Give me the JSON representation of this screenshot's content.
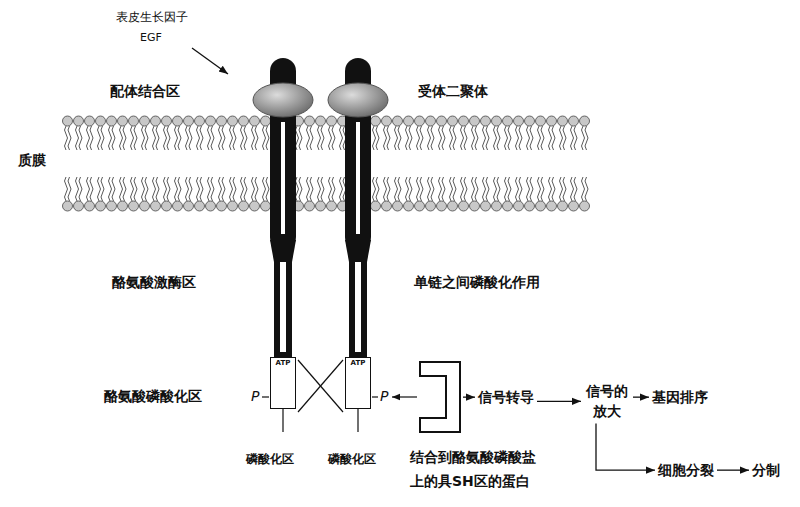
{
  "diagram": {
    "nodes": [
      {
        "text": [
          "ATP"
        ]
      },
      {
        "text": [
          "ATP"
        ]
      },
      {
        "text": [
          "结合到酪氨酸磷酸盐上的具SH区的蛋白"
        ]
      },
      {
        "text": [
          "信号转导"
        ]
      },
      {
        "text": [
          "信号的 放大"
        ]
      },
      {
        "text": [
          "基因排序"
        ]
      },
      {
        "text": [
          "细胞分裂"
        ]
      },
      {
        "text": [
          "分制"
        ]
      }
    ],
    "edges": [
      {
        "from": 2,
        "to": 3,
        "arrow": "to"
      },
      {
        "from": 3,
        "to": 4,
        "arrow": "to"
      },
      {
        "from": 4,
        "to": 5,
        "arrow": "to"
      },
      {
        "from": 4,
        "to": 6,
        "arrow": "to"
      },
      {
        "from": 6,
        "to": 7,
        "arrow": "to"
      }
    ],
    "labels": [
      "表皮生长因子",
      "EGF",
      "配体结合区",
      "受体二聚体",
      "质膜",
      "酪氨酸激酶区",
      "单链之间磷酸化作用",
      "酪氨酸磷酸化区",
      "P",
      "P",
      "磷酸化区",
      "磷酸化区"
    ]
  }
}
